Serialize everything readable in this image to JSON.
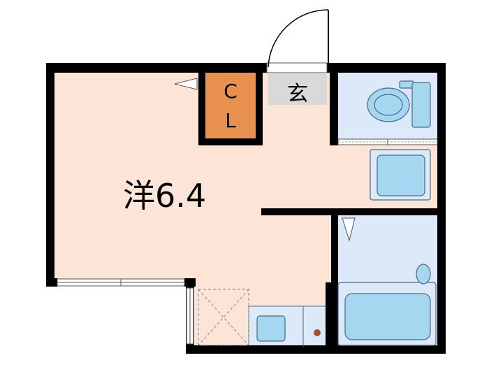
{
  "rooms": {
    "western_room": {
      "label": "洋6.4"
    },
    "closet": {
      "line1": "C",
      "line2": "L"
    },
    "entrance": {
      "label": "玄"
    }
  },
  "colors": {
    "wall": "#000000",
    "floor_room": "#fce5d7",
    "floor_closet": "#e8914f",
    "floor_entrance": "#d9d9d9",
    "wet_area": "#dbe9f8",
    "fixture": "#a6d7f0",
    "fixture_stroke": "#4a6a80"
  }
}
